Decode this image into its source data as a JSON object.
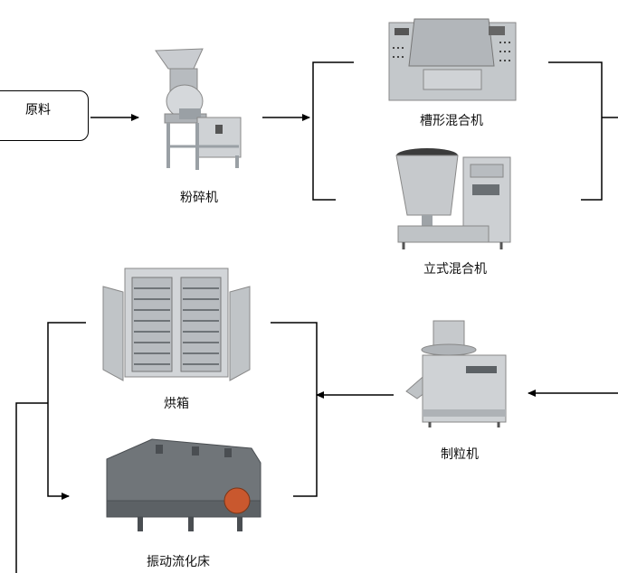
{
  "nodes": {
    "raw_material": "原料",
    "grinder": "粉碎机",
    "trough_mixer": "槽形混合机",
    "vertical_mixer": "立式混合机",
    "granulator": "制粒机",
    "oven": "烘箱",
    "fluid_bed": "振动流化床"
  }
}
